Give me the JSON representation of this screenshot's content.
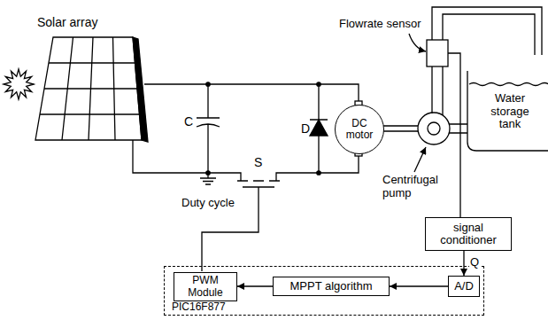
{
  "diagram": {
    "nodes": [
      {
        "text": [
          "DC motor"
        ]
      },
      {
        "text": [
          "signal conditioner"
        ]
      },
      {
        "text": [
          "PIC16F877"
        ]
      },
      {
        "text": [
          "PWM Module"
        ],
        "in": 2
      },
      {
        "text": [
          "MPPT algorithm"
        ],
        "in": 2
      },
      {
        "text": [
          "A/D"
        ],
        "in": 2
      }
    ],
    "edges": [
      {
        "from": 1,
        "to": 5,
        "arrow": "to",
        "label": "Q"
      },
      {
        "from": 5,
        "to": 4,
        "arrow": "to"
      },
      {
        "from": 4,
        "to": 3,
        "arrow": "to"
      }
    ],
    "labels": [
      "Solar array",
      "C",
      "D",
      "S",
      "Duty cycle",
      "Flowrate sensor",
      "Centrifugal pump",
      "Water storage tank"
    ]
  }
}
